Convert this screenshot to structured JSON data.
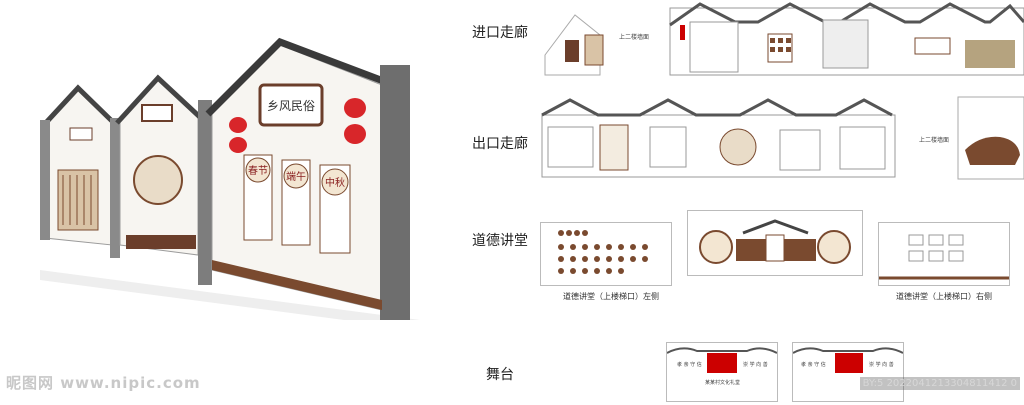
{
  "perspective": {
    "panel_titles": [
      "",
      "",
      "乡风民俗"
    ],
    "festival_medallions": [
      "春节",
      "端午",
      "中秋"
    ]
  },
  "sections": {
    "entrance": "进口走廊",
    "exit": "出口走廊",
    "lecture": "道德讲堂",
    "stage": "舞台"
  },
  "entrance_notes": {
    "upstairs": "上二楼墙面"
  },
  "exit_notes": {
    "upstairs": "上二楼墙面"
  },
  "lecture_captions": {
    "left": "道德讲堂（上楼梯口）左侧",
    "right": "道德讲堂（上楼梯口）右侧"
  },
  "stage": {
    "left_slogans": [
      "孝 亲 守 信",
      "崇 学 向 善"
    ],
    "left_title": "某某村文化礼堂",
    "right_slogans": [
      "孝 亲 守 信",
      "崇 学 向 善"
    ]
  },
  "watermark": {
    "site": "昵图网 www.nipic.com",
    "id": "BY:5 2022041213304811412 0"
  },
  "colors": {
    "wood": "#7a4a2f",
    "roof": "#4a4a4a",
    "lantern": "#d8262a",
    "stage_red": "#cc0000"
  }
}
